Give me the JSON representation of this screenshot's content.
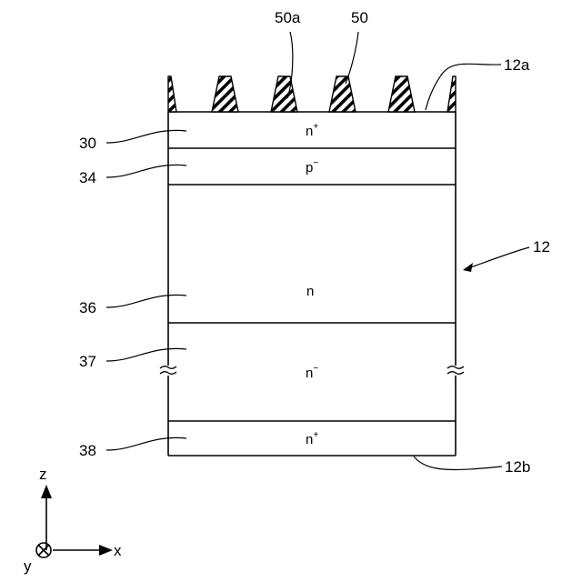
{
  "layers": {
    "top_contact": {
      "base": "n",
      "sup": "+"
    },
    "p_region": {
      "base": "p",
      "sup": "−"
    },
    "drift": {
      "base": "n",
      "sup": ""
    },
    "buffer": {
      "base": "n",
      "sup": "−"
    },
    "bottom_contact": {
      "base": "n",
      "sup": "+"
    }
  },
  "refs": {
    "r30": "30",
    "r34": "34",
    "r36": "36",
    "r37": "37",
    "r38": "38",
    "r50a": "50a",
    "r50": "50",
    "r12a": "12a",
    "r12": "12",
    "r12b": "12b"
  },
  "axes": {
    "z": "z",
    "x": "x",
    "y": "y"
  }
}
